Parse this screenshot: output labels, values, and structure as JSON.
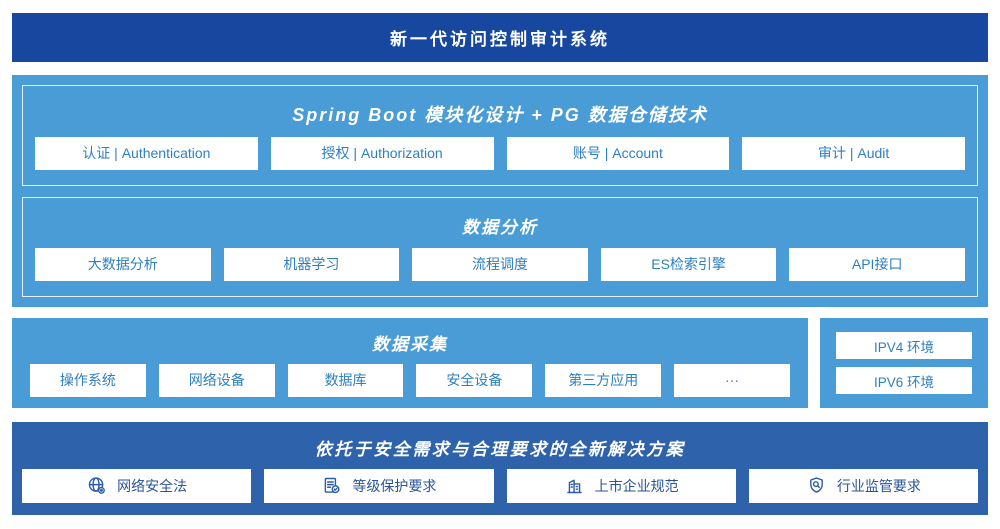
{
  "header": {
    "title": "新一代访问控制审计系统"
  },
  "platform": {
    "modules_panel": {
      "title": "Spring Boot 模块化设计 + PG 数据仓储技术",
      "items": [
        "认证 | Authentication",
        "授权 | Authorization",
        "账号 | Account",
        "审计 | Audit"
      ]
    },
    "analysis_panel": {
      "title": "数据分析",
      "items": [
        "大数据分析",
        "机器学习",
        "流程调度",
        "ES检索引擎",
        "API接口"
      ]
    }
  },
  "collection": {
    "title": "数据采集",
    "items": [
      "操作系统",
      "网络设备",
      "数据库",
      "安全设备",
      "第三方应用",
      "···"
    ],
    "env_items": [
      "IPV4 环境",
      "IPV6 环境"
    ]
  },
  "solution": {
    "title": "依托于安全需求与合理要求的全新解决方案",
    "items": [
      {
        "icon": "globe-icon",
        "label": "网络安全法"
      },
      {
        "icon": "document-check-icon",
        "label": "等级保护要求"
      },
      {
        "icon": "building-icon",
        "label": "上市企业规范"
      },
      {
        "icon": "shield-search-icon",
        "label": "行业监管要求"
      }
    ]
  },
  "colors": {
    "banner_blue": "#17479E",
    "light_blue": "#4A9CD6",
    "solution_blue": "#2E62AB",
    "box_text_blue": "#2E7FC2",
    "solution_text_blue": "#27549B"
  }
}
